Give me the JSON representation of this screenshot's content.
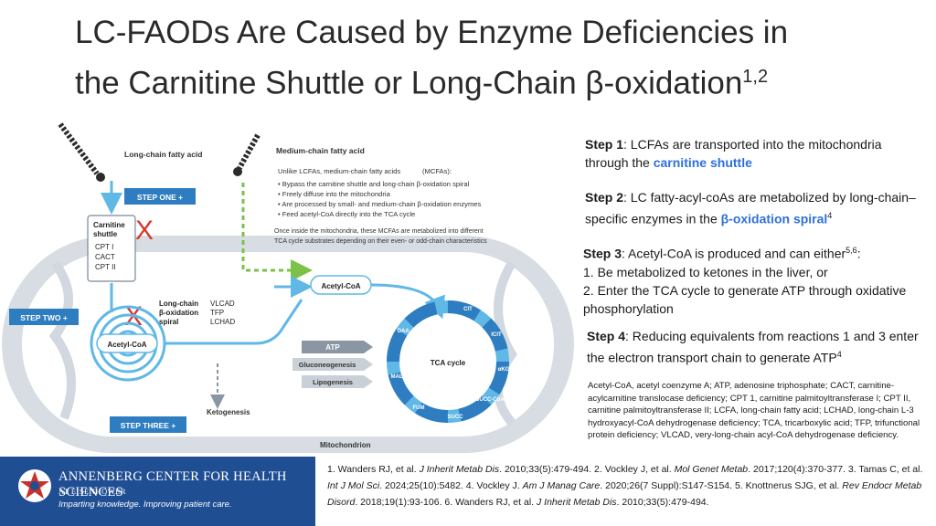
{
  "title": {
    "line1": "LC-FAODs Are Caused by Enzyme Deficiencies in",
    "line2": "the Carnitine Shuttle or Long-Chain β-oxidation",
    "sup": "1,2"
  },
  "diagram": {
    "long_chain_label": "Long-chain fatty acid",
    "medium_chain_label": "Medium-chain fatty acid",
    "mcfa_intro": "Unlike LCFAs, medium-chain fatty acids",
    "mcfa_intro_abbrev": "(MCFAs):",
    "mcfa_bullets": [
      "Bypass the carnitine shuttle and long-chain β-oxidation spiral",
      "Freely diffuse into the mitochondria",
      "Are processed by small- and medium-chain β-oxidation enzymes",
      "Feed acetyl-CoA directly into the TCA cycle"
    ],
    "mcfa_note1": "Once inside the mitochondria, these MCFAs are metabolized into different",
    "mcfa_note2": "TCA cycle substrates depending on their even- or odd-chain characteristics",
    "step_one": "STEP ONE +",
    "step_two": "STEP TWO +",
    "step_three": "STEP THREE +",
    "carnitine_title1": "Carnitine",
    "carnitine_title2": "shuttle",
    "carnitine_enzymes": [
      "CPT I",
      "CACT",
      "CPT II"
    ],
    "x_mark": "X",
    "spiral_label": [
      "Long-chain",
      "β-oxidation",
      "spiral"
    ],
    "spiral_enzymes": [
      "VLCAD",
      "TFP",
      "LCHAD"
    ],
    "acetyl_coa_top": "Acetyl-CoA",
    "acetyl_coa_spiral": "Acetyl-CoA",
    "atp": "ATP",
    "gluconeogenesis": "Gluconeogenesis",
    "lipogenesis": "Lipogenesis",
    "ketogenesis": "Ketogenesis",
    "tca_cycle": "TCA cycle",
    "mitochondrion": "Mitochondrion",
    "tca_intermediates": [
      "CIT",
      "ICIT",
      "αKG",
      "SUCC-CoA",
      "SUCC",
      "FUM",
      "MAL",
      "OAA"
    ]
  },
  "steps": [
    {
      "label": "Step 1",
      "text_a": ": LCFAs are transported into the mitochondria through the ",
      "highlight": "carnitine shuttle",
      "text_b": "",
      "sup": ""
    },
    {
      "label": "Step 2",
      "text_a": ": LC fatty-acyl-coAs are metabolized by long-chain–specific enzymes in the ",
      "highlight": "β-oxidation spiral",
      "text_b": "",
      "sup": "4"
    },
    {
      "label": "Step 3",
      "text_a": ": Acetyl-CoA is produced and can either",
      "sup": "5,6",
      "lines": [
        "1. Be metabolized to ketones in the liver, or",
        "2. Enter the TCA cycle to generate ATP through oxidative phosphorylation"
      ]
    },
    {
      "label": "Step 4",
      "text_a": ": Reducing equivalents from reactions 1 and 3 enter the electron transport chain to generate ATP",
      "sup": "4"
    }
  ],
  "abbreviations": "Acetyl-CoA, acetyl coenzyme A; ATP, adenosine triphosphate; CACT, carnitine-acylcarnitine translocase deficiency; CPT 1, carnitine palmitoyltransferase I; CPT II, carnitine palmitoyltransferase II; LCFA, long-chain fatty acid; LCHAD, long-chain L-3 hydroxyacyl-CoA dehydrogenase deficiency; TCA, tricarboxylic acid; TFP, trifunctional protein deficiency; VLCAD, very-long-chain acyl-CoA dehydrogenase deficiency.",
  "references": [
    {
      "pre": "1. Wanders RJ, et al. ",
      "journal": "J Inherit Metab Dis",
      "post": ". 2010;33(5):479-494.  "
    },
    {
      "pre": "2. Vockley J, et al. ",
      "journal": "Mol Genet Metab",
      "post": ". 2017;120(4):370-377.  "
    },
    {
      "pre": "3. Tamas C, et al. ",
      "journal": "Int J Mol Sci",
      "post": ". 2024;25(10):5482.  "
    },
    {
      "pre": "4. Vockley J. ",
      "journal": "Am J Manag Care",
      "post": ". 2020;26(7 Suppl):S147-S154.  "
    },
    {
      "pre": "5. Knottnerus SJG, et al. ",
      "journal": "Rev Endocr Metab Disord",
      "post": ". 2018;19(1):93-106.  "
    },
    {
      "pre": "6. Wanders RJ, et al. ",
      "journal": "J Inherit Metab Dis",
      "post": ". 2010;33(5):479-494."
    }
  ],
  "logo": {
    "name": "ANNENBERG CENTER FOR HEALTH SCIENCES",
    "sub": "AT EISENHOWER",
    "tagline": "Imparting knowledge. Improving patient care."
  },
  "colors": {
    "step_button": "#2f7dc1",
    "highlight": "#2f6fdc",
    "x_mark": "#d33a2c",
    "logo_bg": "#1f4e93",
    "mito_band": "#d2d8df",
    "arrow_light": "#5fb8e6"
  }
}
